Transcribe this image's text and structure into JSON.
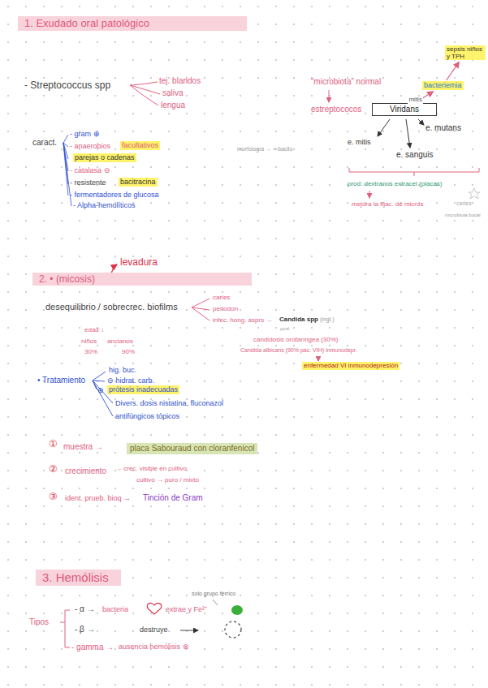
{
  "diagram": {
    "nodes": [
      {
        "text": [
          "1. Exudado oral patológico"
        ]
      },
      {
        "text": [
          "facultativos"
        ]
      },
      {
        "text": [
          "parejas o cadenas"
        ]
      },
      {
        "text": [
          "bacitracina"
        ]
      },
      {
        "text": [
          "Viridans"
        ]
      },
      {
        "text": [
          "bacteriemia"
        ]
      },
      {
        "text": [
          "sepsis niños y TPH"
        ]
      },
      {
        "text": [
          "2. • (micosis)"
        ]
      },
      {
        "text": [
          "enfermedad VI inmunodepresión"
        ]
      },
      {
        "text": [
          "prótesis inadecuadas"
        ]
      },
      {
        "text": [
          "placa Sabouraud con cloranfenicol"
        ]
      },
      {
        "text": [
          "3. Hemólisis"
        ]
      }
    ],
    "edges": [
      {
        "from": 4,
        "to": 5,
        "label": "mitis",
        "arrow": "to"
      },
      {
        "from": 5,
        "to": 6,
        "arrow": "to"
      }
    ],
    "labels": [
      "- Streptococcus spp",
      "tej. blandos",
      "saliva",
      "lengua",
      "caract.",
      "- gram ⊕",
      "- anaerobios",
      "- catalasa ⊖",
      "- resistente",
      "- fermentadores de glucosa",
      "- Alpha-hemolíticos",
      "morfología → = bacilo",
      "“microbiota” normal",
      "estreptococos",
      "e. mutans",
      "e. mitis",
      "e. sanguis",
      "prod: dextranos extracel (placas)",
      "mejora la fijac. de micros",
      "caries",
      "microbiota bucal",
      "levadura",
      "desequilibrio / sobrecrec. biofilms",
      "caries",
      "periodon",
      "infec. hong. asprs →",
      "Candida spp",
      "(ingl.)",
      "edad ↓",
      "niños",
      "ancianos",
      "30%",
      "90%",
      "ppal",
      "candidosis orofaríngea (30%)",
      "Candida albicans (90% pac. VIH) inmunodepr.",
      "• Tratamiento",
      "hig. buc.",
      "⊖ hidrat. carb.",
      "⊕",
      "Divers. dosis nistatina, fluconazol",
      "antifúngicos tópicos",
      "①",
      "muestra →",
      "②",
      "crecimiento",
      "→ crec. visible en cultivo",
      "cultivo → puro / mixto",
      "③",
      "ident. prueb. bioq →",
      "Tinción de Gram",
      "solo grupo férrico",
      "Tipos",
      "- α →",
      "bacteria",
      "extrae y Fe²⁺",
      "- β →",
      "destruye",
      "- gamma →",
      "ausencia hemólisis ⊗"
    ]
  }
}
